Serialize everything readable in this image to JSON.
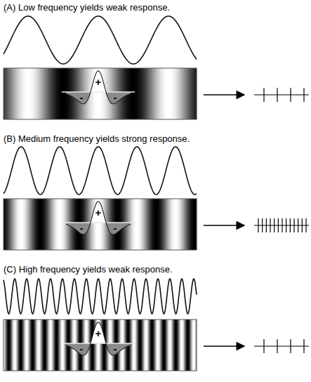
{
  "diagram": {
    "labels": [
      "(A) Low frequency yields weak response.",
      "+",
      "-",
      "-",
      "(B) Medium frequency yields strong response.",
      "+",
      "-",
      "-",
      "(C) High frequency yields weak response.",
      "+",
      "-",
      "-"
    ]
  }
}
